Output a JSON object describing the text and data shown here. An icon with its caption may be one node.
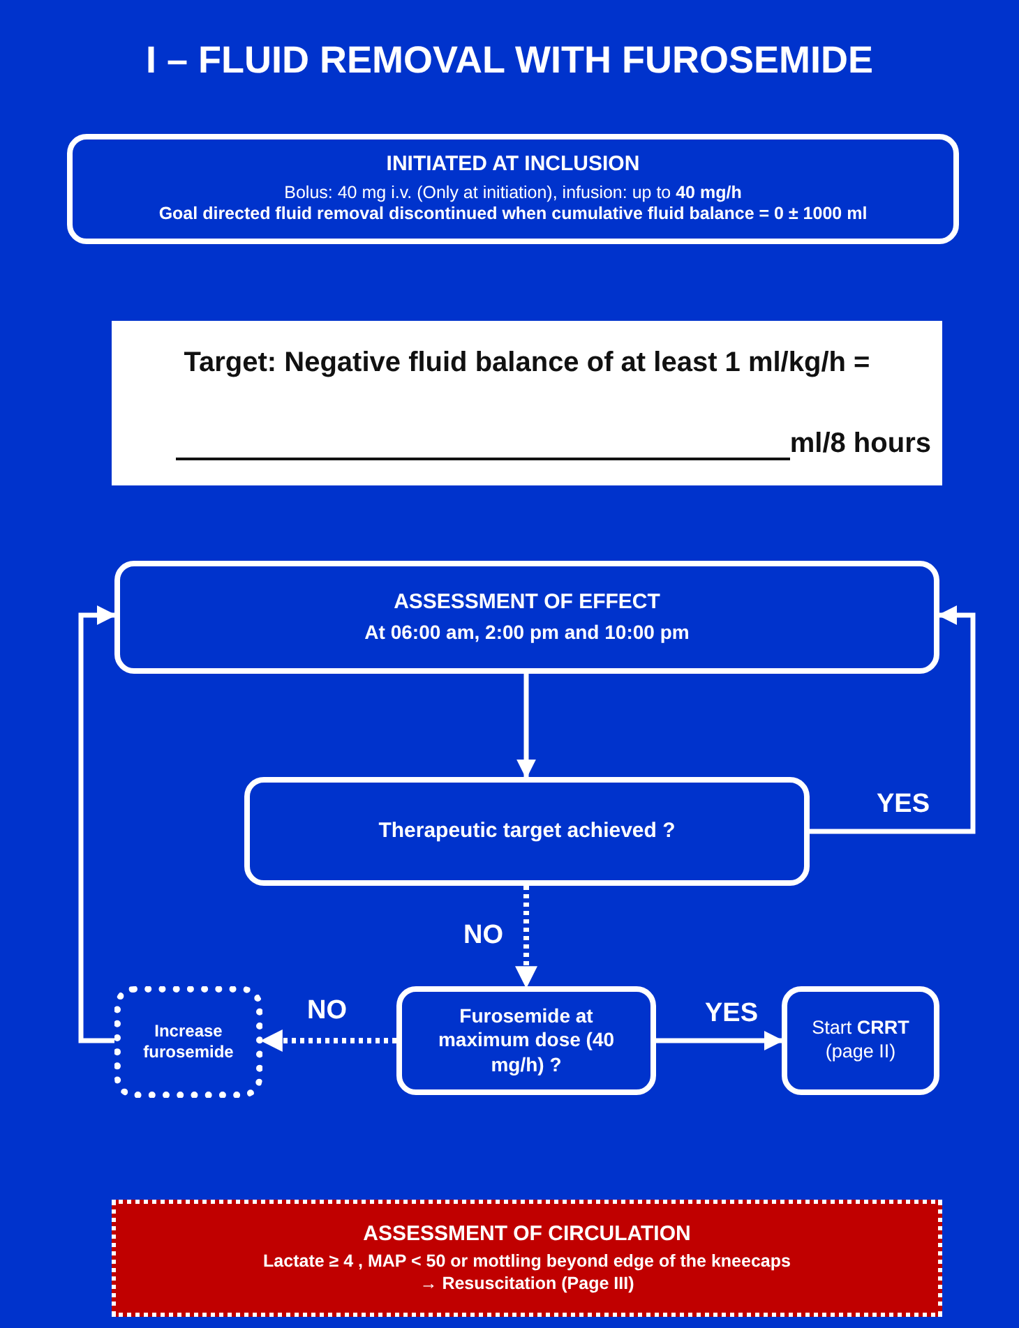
{
  "diagram": {
    "title": "I – FLUID REMOVAL WITH FUROSEMIDE",
    "nodes": [
      {
        "text": [
          "INITIATED AT INCLUSION",
          "Bolus: 40 mg i.v. (Only at initiation), infusion: up to **40 mg/h**",
          "Goal directed fluid removal discontinued when cumulative fluid balance = 0 ± 1000 ml"
        ]
      },
      {
        "text": [
          "Target: Negative fluid balance of at least 1 ml/kg/h =",
          "ml/8 hours"
        ]
      },
      {
        "text": [
          "ASSESSMENT OF EFFECT",
          "At 06:00 am, 2:00 pm and 10:00 pm"
        ]
      },
      {
        "text": [
          "Therapeutic target achieved ?"
        ]
      },
      {
        "text": [
          "Increase furosemide"
        ]
      },
      {
        "text": [
          "Furosemide at maximum dose (40 mg/h) ?"
        ]
      },
      {
        "text": [
          "Start **CRRT** (page II)"
        ]
      },
      {
        "text": [
          "ASSESSMENT OF CIRCULATION",
          "Lactate ≥ 4 , MAP < 50 or mottling beyond edge of the kneecaps",
          "→ Resuscitation (Page III)"
        ]
      }
    ],
    "edges": [
      {
        "from": 2,
        "to": 3,
        "arrow": "to"
      },
      {
        "from": 3,
        "to": 2,
        "arrow": "to",
        "label": "YES"
      },
      {
        "from": 3,
        "to": 5,
        "arrow": "to",
        "label": "NO",
        "style": "dashed"
      },
      {
        "from": 5,
        "to": 4,
        "arrow": "to",
        "label": "NO",
        "style": "dashed"
      },
      {
        "from": 5,
        "to": 6,
        "arrow": "to",
        "label": "YES"
      },
      {
        "from": 4,
        "to": 2,
        "arrow": "to"
      }
    ]
  }
}
